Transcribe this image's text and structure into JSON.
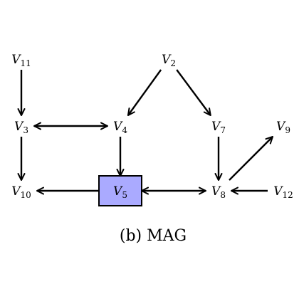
{
  "caption": "(b) MAG",
  "highlight_color": "#aaaaff",
  "nodes": [
    {
      "id": "V11",
      "letter": "V",
      "sub": "11",
      "highlighted": false
    },
    {
      "id": "V2",
      "letter": "V",
      "sub": "2",
      "highlighted": false
    },
    {
      "id": "V3",
      "letter": "V",
      "sub": "3",
      "highlighted": false
    },
    {
      "id": "V4",
      "letter": "V",
      "sub": "4",
      "highlighted": false
    },
    {
      "id": "V7",
      "letter": "V",
      "sub": "7",
      "highlighted": false
    },
    {
      "id": "V9",
      "letter": "V",
      "sub": "9",
      "highlighted": false
    },
    {
      "id": "V10",
      "letter": "V",
      "sub": "10",
      "highlighted": false
    },
    {
      "id": "V5",
      "letter": "V",
      "sub": "5",
      "highlighted": true
    },
    {
      "id": "V8",
      "letter": "V",
      "sub": "8",
      "highlighted": false
    },
    {
      "id": "V12",
      "letter": "V",
      "sub": "12",
      "highlighted": false
    }
  ],
  "edges": [
    {
      "from": "V11",
      "to": "V3",
      "type": "directed"
    },
    {
      "from": "V2",
      "to": "V4",
      "type": "directed"
    },
    {
      "from": "V2",
      "to": "V7",
      "type": "directed"
    },
    {
      "from": "V3",
      "to": "V4",
      "type": "bidirected"
    },
    {
      "from": "V3",
      "to": "V10",
      "type": "directed"
    },
    {
      "from": "V4",
      "to": "V5",
      "type": "directed"
    },
    {
      "from": "V7",
      "to": "V8",
      "type": "directed"
    },
    {
      "from": "V8",
      "to": "V9",
      "type": "directed"
    },
    {
      "from": "V5",
      "to": "V10",
      "type": "directed"
    },
    {
      "from": "V5",
      "to": "V8",
      "type": "bidirected"
    },
    {
      "from": "V12",
      "to": "V8",
      "type": "directed"
    }
  ]
}
